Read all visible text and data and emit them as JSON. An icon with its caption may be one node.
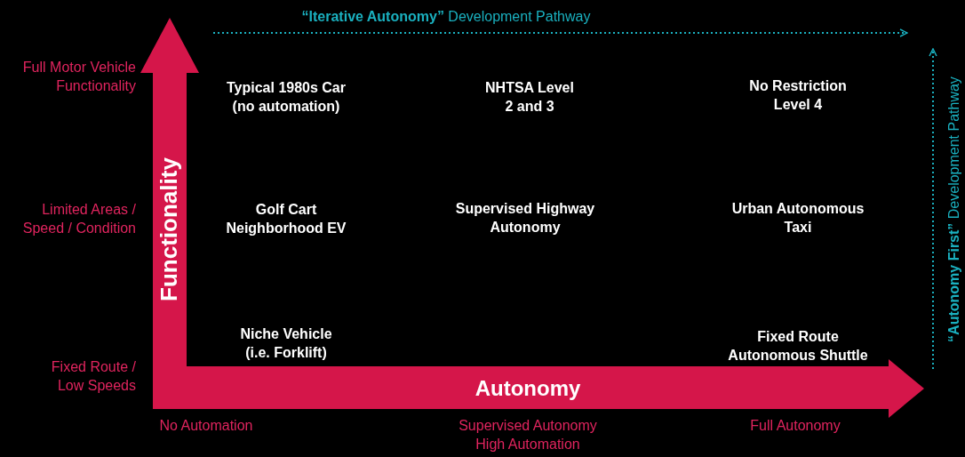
{
  "diagram": {
    "labels": [
      "**“Iterative Autonomy”** Development Pathway",
      "Full Motor Vehicle Functionality",
      "Typical 1980s Car (no automation)",
      "NHTSA Level 2 and 3",
      "No Restriction Level 4",
      "**“Autonomy First”** Development Pathway",
      "Functionality",
      "Limited Areas / Speed / Condition",
      "Golf Cart Neighborhood EV",
      "Supervised Highway Autonomy",
      "Urban Autonomous Taxi",
      "Niche Vehicle (i.e. Forklift)",
      "Fixed Route Autonomous Shuttle",
      "Fixed Route / Low Speeds",
      "Autonomy",
      "No Automation",
      "Supervised Autonomy High Automation",
      "Full Autonomy"
    ]
  }
}
